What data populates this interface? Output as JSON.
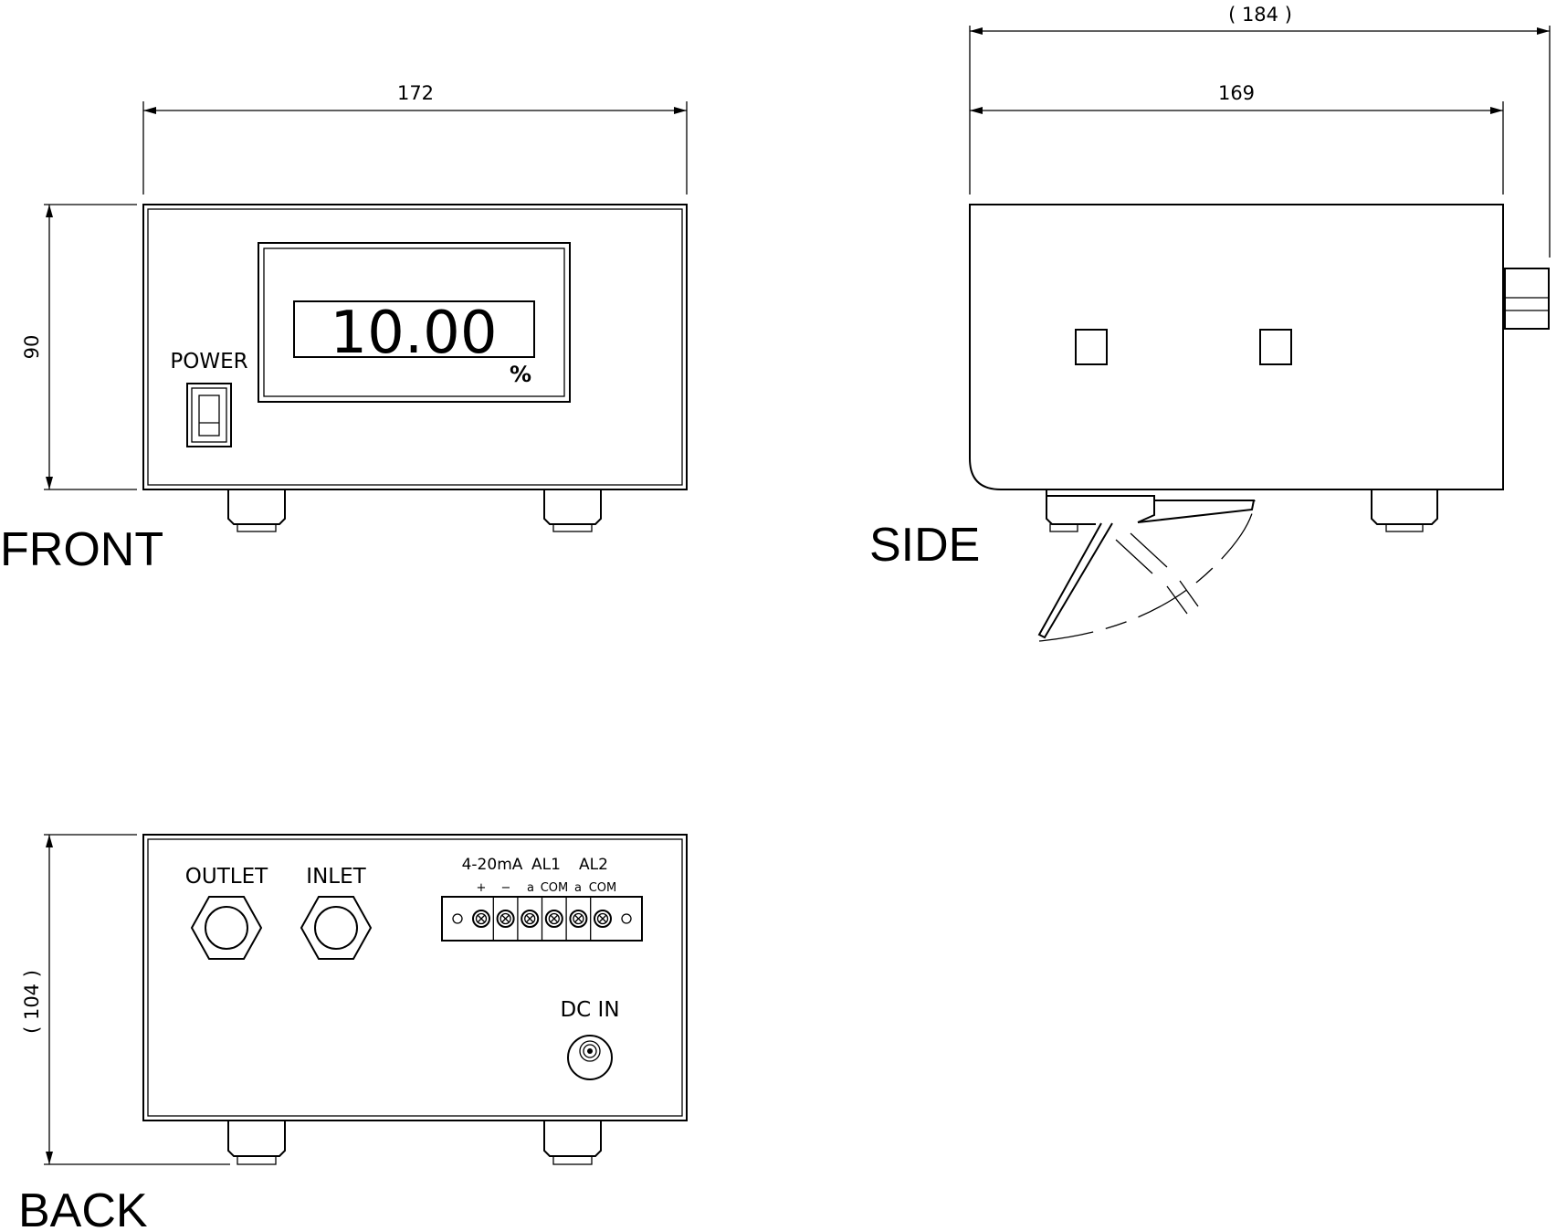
{
  "views": {
    "front": "FRONT",
    "side": "SIDE",
    "back": "BACK"
  },
  "dimensions": {
    "front_width": "172",
    "front_height": "90",
    "side_depth": "169",
    "side_overall": "( 184 )",
    "back_height": "( 104 )"
  },
  "front_panel": {
    "display_value": "10.00",
    "display_unit": "%",
    "power_label": "POWER"
  },
  "back_panel": {
    "outlet_label": "OUTLET",
    "inlet_label": "INLET",
    "terminal_header": [
      "4-20mA",
      "AL1",
      "AL2"
    ],
    "terminal_labels": [
      "+",
      "−",
      "a",
      "COM",
      "a",
      "COM"
    ],
    "dc_in_label": "DC  IN"
  }
}
